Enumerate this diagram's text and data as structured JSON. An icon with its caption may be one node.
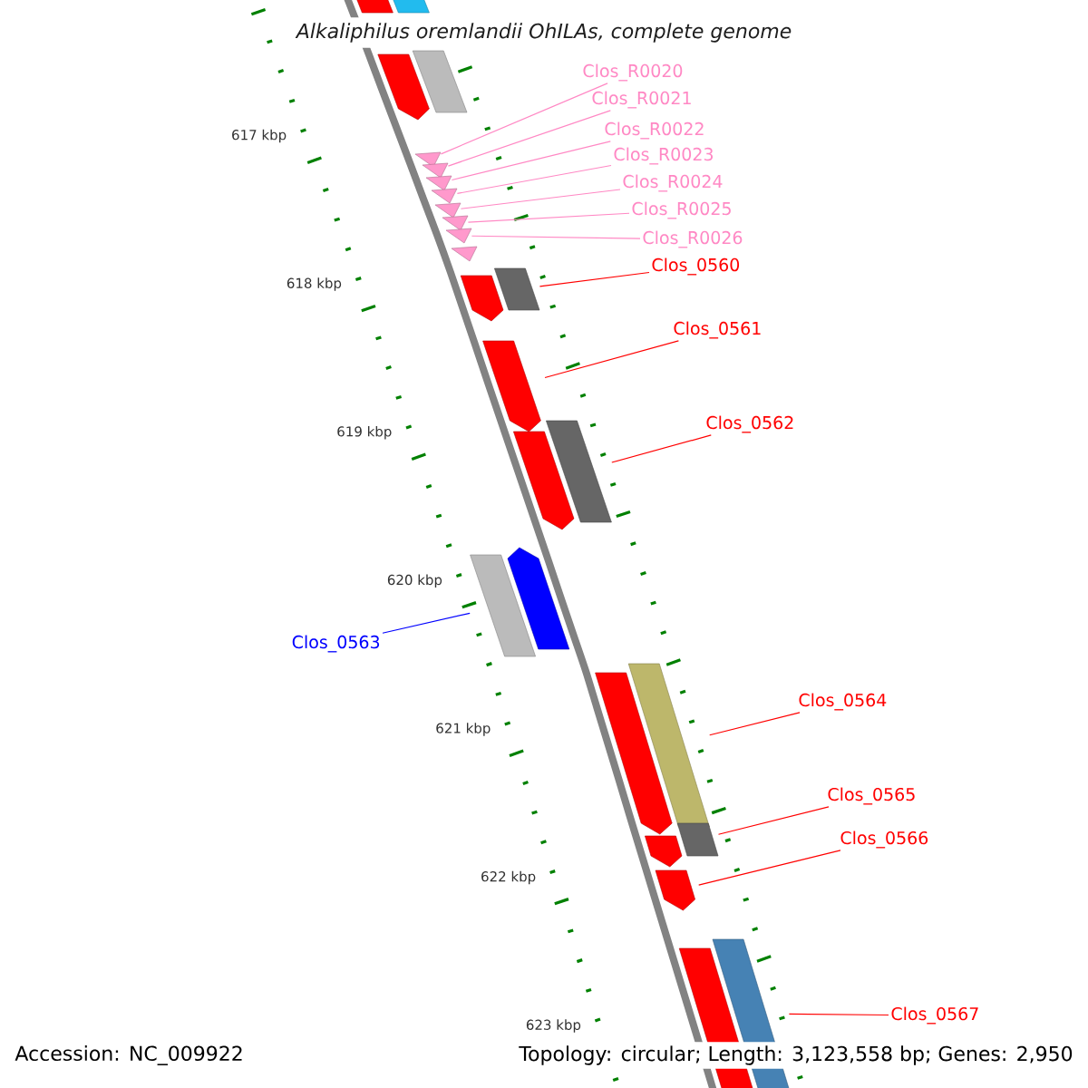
{
  "diagram": {
    "title": "Alkaliphilus oremlandii OhILAs, complete genome",
    "nodes": [
      {
        "text": [
          "Clos_R0020"
        ]
      },
      {
        "text": [
          "Clos_R0021"
        ]
      },
      {
        "text": [
          "Clos_R0022"
        ]
      },
      {
        "text": [
          "Clos_R0023"
        ]
      },
      {
        "text": [
          "Clos_R0024"
        ]
      },
      {
        "text": [
          "Clos_R0025"
        ]
      },
      {
        "text": [
          "Clos_R0026"
        ]
      },
      {
        "text": [
          "Clos_0560"
        ]
      },
      {
        "text": [
          "Clos_0561"
        ]
      },
      {
        "text": [
          "Clos_0562"
        ]
      },
      {
        "text": [
          "Clos_0563"
        ]
      },
      {
        "text": [
          "Clos_0564"
        ]
      },
      {
        "text": [
          "Clos_0565"
        ]
      },
      {
        "text": [
          "Clos_0566"
        ]
      },
      {
        "text": [
          "Clos_0567"
        ]
      },
      {
        "text": [],
        "shape": "triangle"
      },
      {
        "text": [],
        "shape": "triangle"
      },
      {
        "text": [],
        "shape": "triangle"
      },
      {
        "text": [],
        "shape": "triangle"
      },
      {
        "text": [],
        "shape": "triangle"
      },
      {
        "text": [],
        "shape": "triangle"
      },
      {
        "text": [],
        "shape": "triangle"
      },
      {
        "text": [],
        "shape": "triangle"
      },
      {
        "text": [],
        "shape": "bar"
      },
      {
        "text": [],
        "shape": "arrow"
      },
      {
        "text": [],
        "shape": "bar"
      },
      {
        "text": [],
        "shape": "bar"
      },
      {
        "text": [],
        "shape": "bar"
      },
      {
        "text": [],
        "shape": "bar"
      },
      {
        "text": [],
        "shape": "arrow"
      },
      {
        "text": [],
        "shape": "bar"
      },
      {
        "text": [],
        "shape": "arrow"
      },
      {
        "text": [],
        "shape": "bar"
      },
      {
        "text": [],
        "shape": "bar"
      },
      {
        "text": [],
        "shape": "arrow"
      },
      {
        "text": [],
        "shape": "arrow"
      },
      {
        "text": [],
        "shape": "arrow"
      },
      {
        "text": [],
        "shape": "arrow"
      },
      {
        "text": [],
        "shape": "arrow"
      },
      {
        "text": [],
        "shape": "bar"
      },
      {
        "text": [],
        "shape": "bar"
      }
    ],
    "edges": [
      {
        "from": 0,
        "to": 15,
        "arrow": "none",
        "color": "#ff88c4"
      },
      {
        "from": 1,
        "to": 16,
        "arrow": "none",
        "color": "#ff88c4"
      },
      {
        "from": 2,
        "to": 17,
        "arrow": "none",
        "color": "#ff88c4"
      },
      {
        "from": 3,
        "to": 18,
        "arrow": "none",
        "color": "#ff88c4"
      },
      {
        "from": 4,
        "to": 19,
        "arrow": "none",
        "color": "#ff88c4"
      },
      {
        "from": 5,
        "to": 20,
        "arrow": "none",
        "color": "#ff88c4"
      },
      {
        "from": 6,
        "to": 21,
        "arrow": "none",
        "color": "#ff88c4"
      },
      {
        "from": 7,
        "to": 23,
        "arrow": "none",
        "color": "#ff0000"
      },
      {
        "from": 8,
        "to": 24,
        "arrow": "none",
        "color": "#ff0000"
      },
      {
        "from": 9,
        "to": 25,
        "arrow": "none",
        "color": "#ff0000"
      },
      {
        "from": 10,
        "to": 26,
        "arrow": "none",
        "color": "#0000ff"
      },
      {
        "from": 11,
        "to": 27,
        "arrow": "none",
        "color": "#ff0000"
      },
      {
        "from": 12,
        "to": 28,
        "arrow": "none",
        "color": "#ff0000"
      },
      {
        "from": 13,
        "to": 29,
        "arrow": "none",
        "color": "#ff0000"
      },
      {
        "from": 14,
        "to": 30,
        "arrow": "none",
        "color": "#ff0000"
      }
    ],
    "labels": [
      "617 kbp",
      "618 kbp",
      "619 kbp",
      "620 kbp",
      "621 kbp",
      "622 kbp",
      "623 kbp",
      "Accession: NC_009922",
      "Topology: circular; Length: 3,123,558 bp; Genes: 2,950"
    ]
  }
}
